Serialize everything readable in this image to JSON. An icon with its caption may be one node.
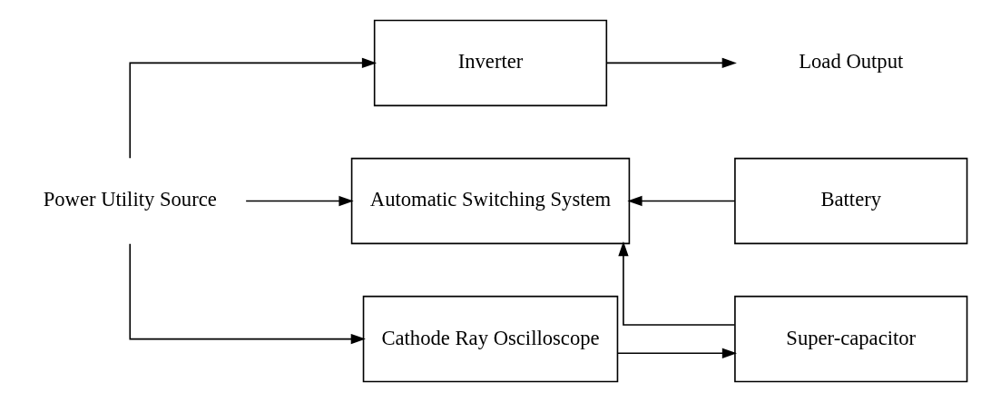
{
  "diagram": {
    "nodes": [
      {
        "text": [
          "Power Utility Source"
        ]
      },
      {
        "text": [
          "Inverter"
        ]
      },
      {
        "text": [
          "Load Output"
        ]
      },
      {
        "text": [
          "Automatic Switching System"
        ]
      },
      {
        "text": [
          "Battery"
        ]
      },
      {
        "text": [
          "Super-capacitor"
        ]
      },
      {
        "text": [
          "Cathode Ray Oscilloscope"
        ]
      }
    ],
    "edges": [
      {
        "from": 0,
        "to": 1,
        "arrow": "to"
      },
      {
        "from": 0,
        "to": 3,
        "arrow": "to"
      },
      {
        "from": 0,
        "to": 6,
        "arrow": "to"
      },
      {
        "from": 1,
        "to": 2,
        "arrow": "to"
      },
      {
        "from": 4,
        "to": 3,
        "arrow": "to"
      },
      {
        "from": 5,
        "to": 3,
        "arrow": "to"
      },
      {
        "from": 6,
        "to": 5,
        "arrow": "to"
      }
    ]
  }
}
